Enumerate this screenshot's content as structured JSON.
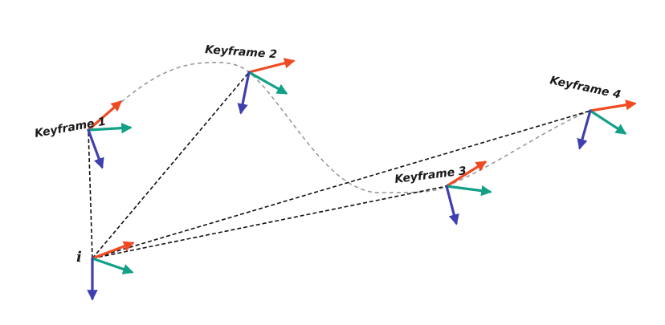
{
  "colors": {
    "axis_x": "#f04a23",
    "axis_y": "#12a086",
    "axis_z": "#3f3fb0",
    "trajectory": "#999999",
    "links": "#111111"
  },
  "current_frame": {
    "label": "i"
  },
  "keyframes": [
    {
      "label": "Keyframe 1"
    },
    {
      "label": "Keyframe 2"
    },
    {
      "label": "Keyframe 3"
    },
    {
      "label": "Keyframe 4"
    }
  ]
}
